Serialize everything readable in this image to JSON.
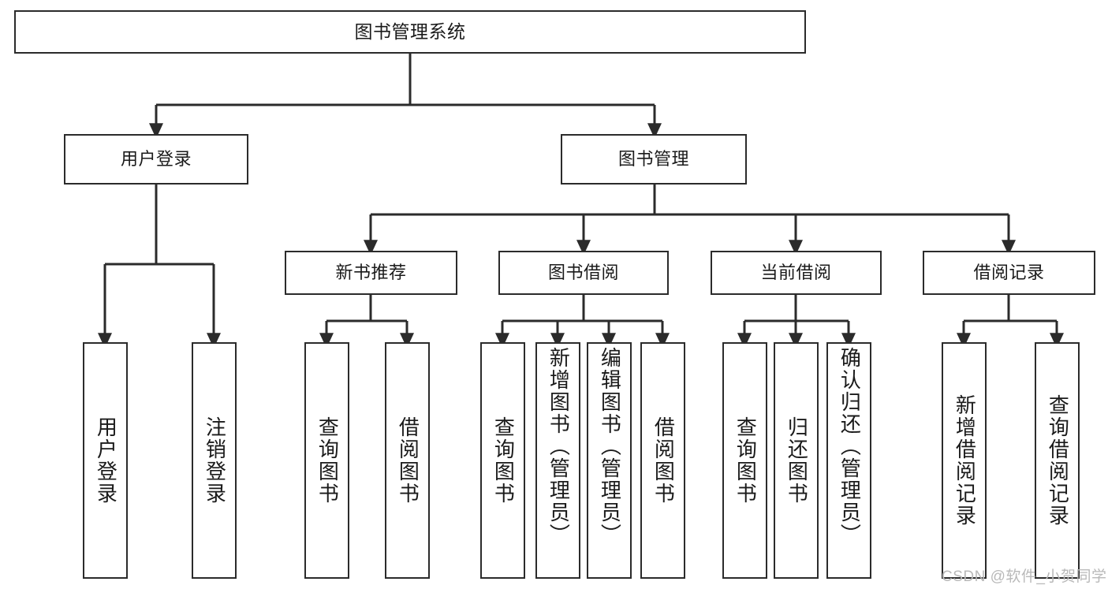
{
  "diagram": {
    "title": "图书管理系统",
    "type": "tree",
    "root": {
      "label": "图书管理系统",
      "children": [
        {
          "label": "用户登录",
          "children": [
            {
              "label": "用户登录"
            },
            {
              "label": "注销登录"
            }
          ]
        },
        {
          "label": "图书管理",
          "children": [
            {
              "label": "新书推荐",
              "children": [
                {
                  "label": "查询图书"
                },
                {
                  "label": "借阅图书"
                }
              ]
            },
            {
              "label": "图书借阅",
              "children": [
                {
                  "label": "查询图书"
                },
                {
                  "label": "新增图书（管理员）"
                },
                {
                  "label": "编辑图书（管理员）"
                },
                {
                  "label": "借阅图书"
                }
              ]
            },
            {
              "label": "当前借阅",
              "children": [
                {
                  "label": "查询图书"
                },
                {
                  "label": "归还图书"
                },
                {
                  "label": "确认归还（管理员）"
                }
              ]
            },
            {
              "label": "借阅记录",
              "children": [
                {
                  "label": "新增借阅记录"
                },
                {
                  "label": "查询借阅记录"
                }
              ]
            }
          ]
        }
      ]
    }
  },
  "nodes": {
    "root": "图书管理系统",
    "user_login": "用户登录",
    "book_manage": "图书管理",
    "new_book_rec": "新书推荐",
    "book_borrow": "图书借阅",
    "current_borrow": "当前借阅",
    "borrow_record": "借阅记录",
    "leaf_user_login": "用户登录",
    "leaf_logout": "注销登录",
    "leaf_rec_query": "查询图书",
    "leaf_rec_borrow": "借阅图书",
    "leaf_borrow_query": "查询图书",
    "leaf_borrow_add": "新增图书（管理员）",
    "leaf_borrow_edit": "编辑图书（管理员）",
    "leaf_borrow_borrow": "借阅图书",
    "leaf_current_query": "查询图书",
    "leaf_current_return": "归还图书",
    "leaf_current_confirm": "确认归还（管理员）",
    "leaf_record_add": "新增借阅记录",
    "leaf_record_query": "查询借阅记录"
  },
  "watermark": {
    "text": "CSDN @软件_小贺同学"
  },
  "colors": {
    "border": "#2b2b2b",
    "text": "#1a1a1a",
    "background": "#ffffff",
    "watermark": "#b9b9b9"
  }
}
